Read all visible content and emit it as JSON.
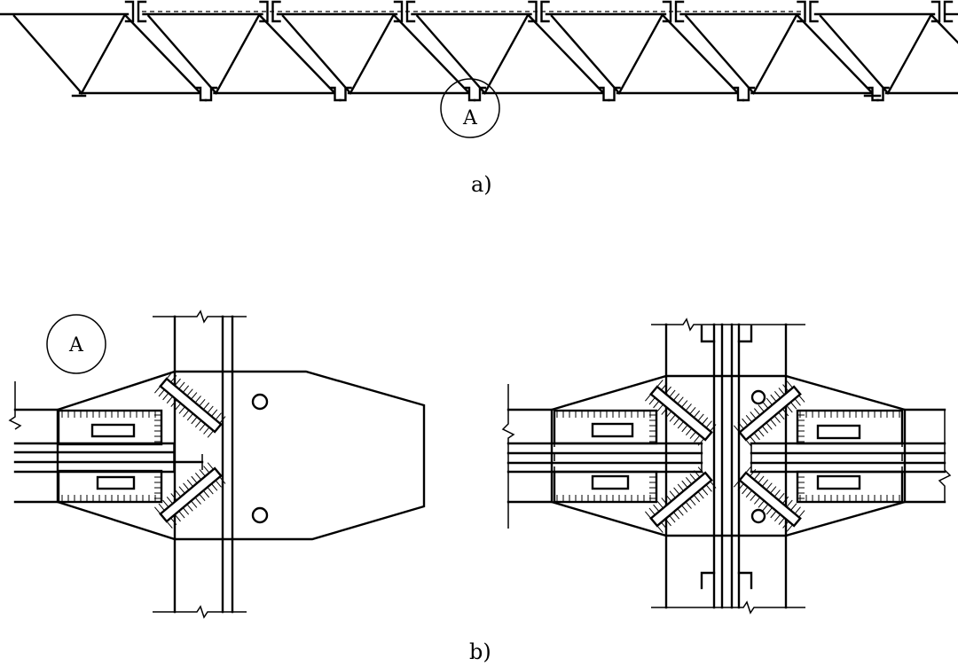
{
  "figure": {
    "part_a": {
      "caption": "a)",
      "detail_callout": "A",
      "truss_count": 7
    },
    "part_b": {
      "caption": "b)",
      "detail_callout": "A"
    }
  }
}
